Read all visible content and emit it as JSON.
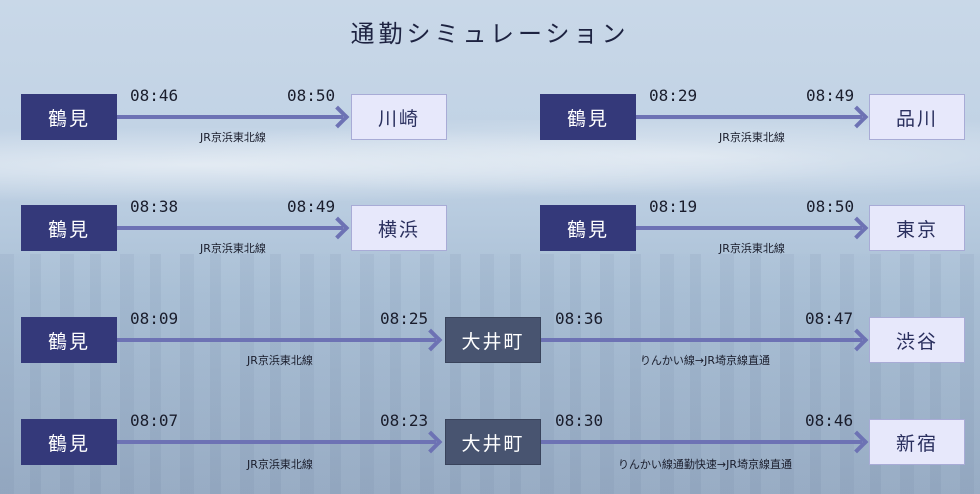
{
  "title": "通勤シミュレーション",
  "routes": [
    {
      "origin": "鶴見",
      "dep": "08:46",
      "arr": "08:50",
      "line": "JR京浜東北線",
      "dest": "川崎"
    },
    {
      "origin": "鶴見",
      "dep": "08:29",
      "arr": "08:49",
      "line": "JR京浜東北線",
      "dest": "品川"
    },
    {
      "origin": "鶴見",
      "dep": "08:38",
      "arr": "08:49",
      "line": "JR京浜東北線",
      "dest": "横浜"
    },
    {
      "origin": "鶴見",
      "dep": "08:19",
      "arr": "08:50",
      "line": "JR京浜東北線",
      "dest": "東京"
    },
    {
      "origin": "鶴見",
      "dep": "08:09",
      "arr": "08:25",
      "line": "JR京浜東北線",
      "transfer": "大井町",
      "dep2": "08:36",
      "arr2": "08:47",
      "line2": "りんかい線→JR埼京線直通",
      "dest": "渋谷"
    },
    {
      "origin": "鶴見",
      "dep": "08:07",
      "arr": "08:23",
      "line": "JR京浜東北線",
      "transfer": "大井町",
      "dep2": "08:30",
      "arr2": "08:46",
      "line2": "りんかい線通勤快速→JR埼京線直通",
      "dest": "新宿"
    }
  ]
}
